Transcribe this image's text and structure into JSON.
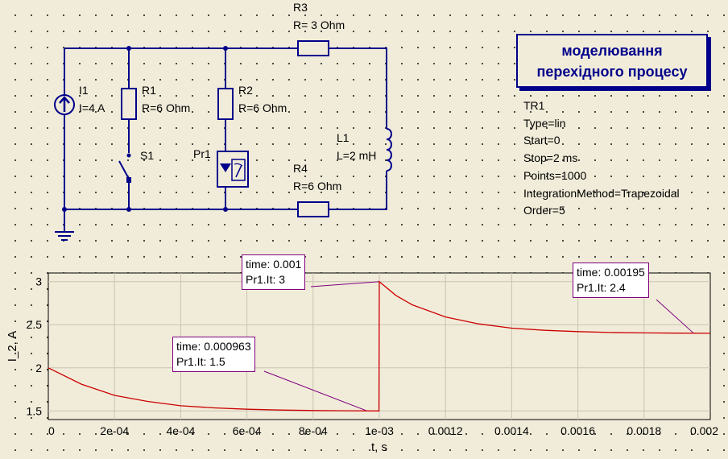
{
  "title": {
    "line1": "моделювання",
    "line2": "перехідного процесу"
  },
  "components": {
    "i1": {
      "name": "I1",
      "value": "I=4 A"
    },
    "r1": {
      "name": "R1",
      "value": "R=6 Ohm"
    },
    "r2": {
      "name": "R2",
      "value": "R=6 Ohm"
    },
    "r3": {
      "name": "R3",
      "value": "R= 3 Ohm"
    },
    "r4": {
      "name": "R4",
      "value": "R=6 Ohm"
    },
    "l1": {
      "name": "L1",
      "value": "L=2 mH"
    },
    "s1": {
      "name": "S1"
    },
    "pr1": {
      "name": "Pr1"
    }
  },
  "simulation": {
    "name": "TR1",
    "type": "Type=lin",
    "start": "Start=0",
    "stop": "Stop=2 ms",
    "points": "Points=1000",
    "method": "IntegrationMethod=Trapezoidal",
    "order": "Order=5"
  },
  "markers": [
    {
      "time": "time: 0.001",
      "value": "Pr1.It: 3"
    },
    {
      "time": "time: 0.000963",
      "value": "Pr1.It: 1.5"
    },
    {
      "time": "time: 0.00195",
      "value": "Pr1.It: 2.4"
    }
  ],
  "colors": {
    "wire": "#00008b",
    "curve": "#cc0000",
    "marker": "#800080",
    "background": "#f1ecd9"
  },
  "chart_data": {
    "type": "line",
    "xlabel": "t, s",
    "ylabel": "I_2, A",
    "xlim": [
      0,
      0.002
    ],
    "ylim": [
      1.4,
      3.1
    ],
    "xticks": [
      0,
      0.0002,
      0.0004,
      0.0006,
      0.0008,
      0.001,
      0.0012,
      0.0014,
      0.0016,
      0.0018,
      0.002
    ],
    "xtick_labels": [
      "0",
      "2e-04",
      "4e-04",
      "6e-04",
      "8e-04",
      "1e-03",
      "0.0012",
      "0.0014",
      "0.0016",
      "0.0018",
      "0.002"
    ],
    "yticks": [
      1.5,
      2,
      2.5,
      3
    ],
    "ytick_labels": [
      "1.5",
      "2",
      "2.5",
      "3"
    ],
    "grid": true,
    "series": [
      {
        "x": [
          0,
          0.0001,
          0.0002,
          0.0003,
          0.0004,
          0.0005,
          0.0006,
          0.0007,
          0.0008,
          0.0009,
          0.000999,
          0.001,
          0.00105,
          0.0011,
          0.0012,
          0.0013,
          0.0014,
          0.0015,
          0.0016,
          0.0017,
          0.0018,
          0.0019,
          0.002
        ],
        "y": [
          2.0,
          1.81,
          1.68,
          1.61,
          1.56,
          1.535,
          1.52,
          1.51,
          1.505,
          1.502,
          1.5,
          3.0,
          2.84,
          2.73,
          2.59,
          2.51,
          2.46,
          2.435,
          2.42,
          2.41,
          2.405,
          2.402,
          2.4
        ]
      }
    ],
    "marker_points": [
      {
        "x": 0.001,
        "y": 3.0
      },
      {
        "x": 0.000963,
        "y": 1.5
      },
      {
        "x": 0.00195,
        "y": 2.4
      }
    ]
  }
}
